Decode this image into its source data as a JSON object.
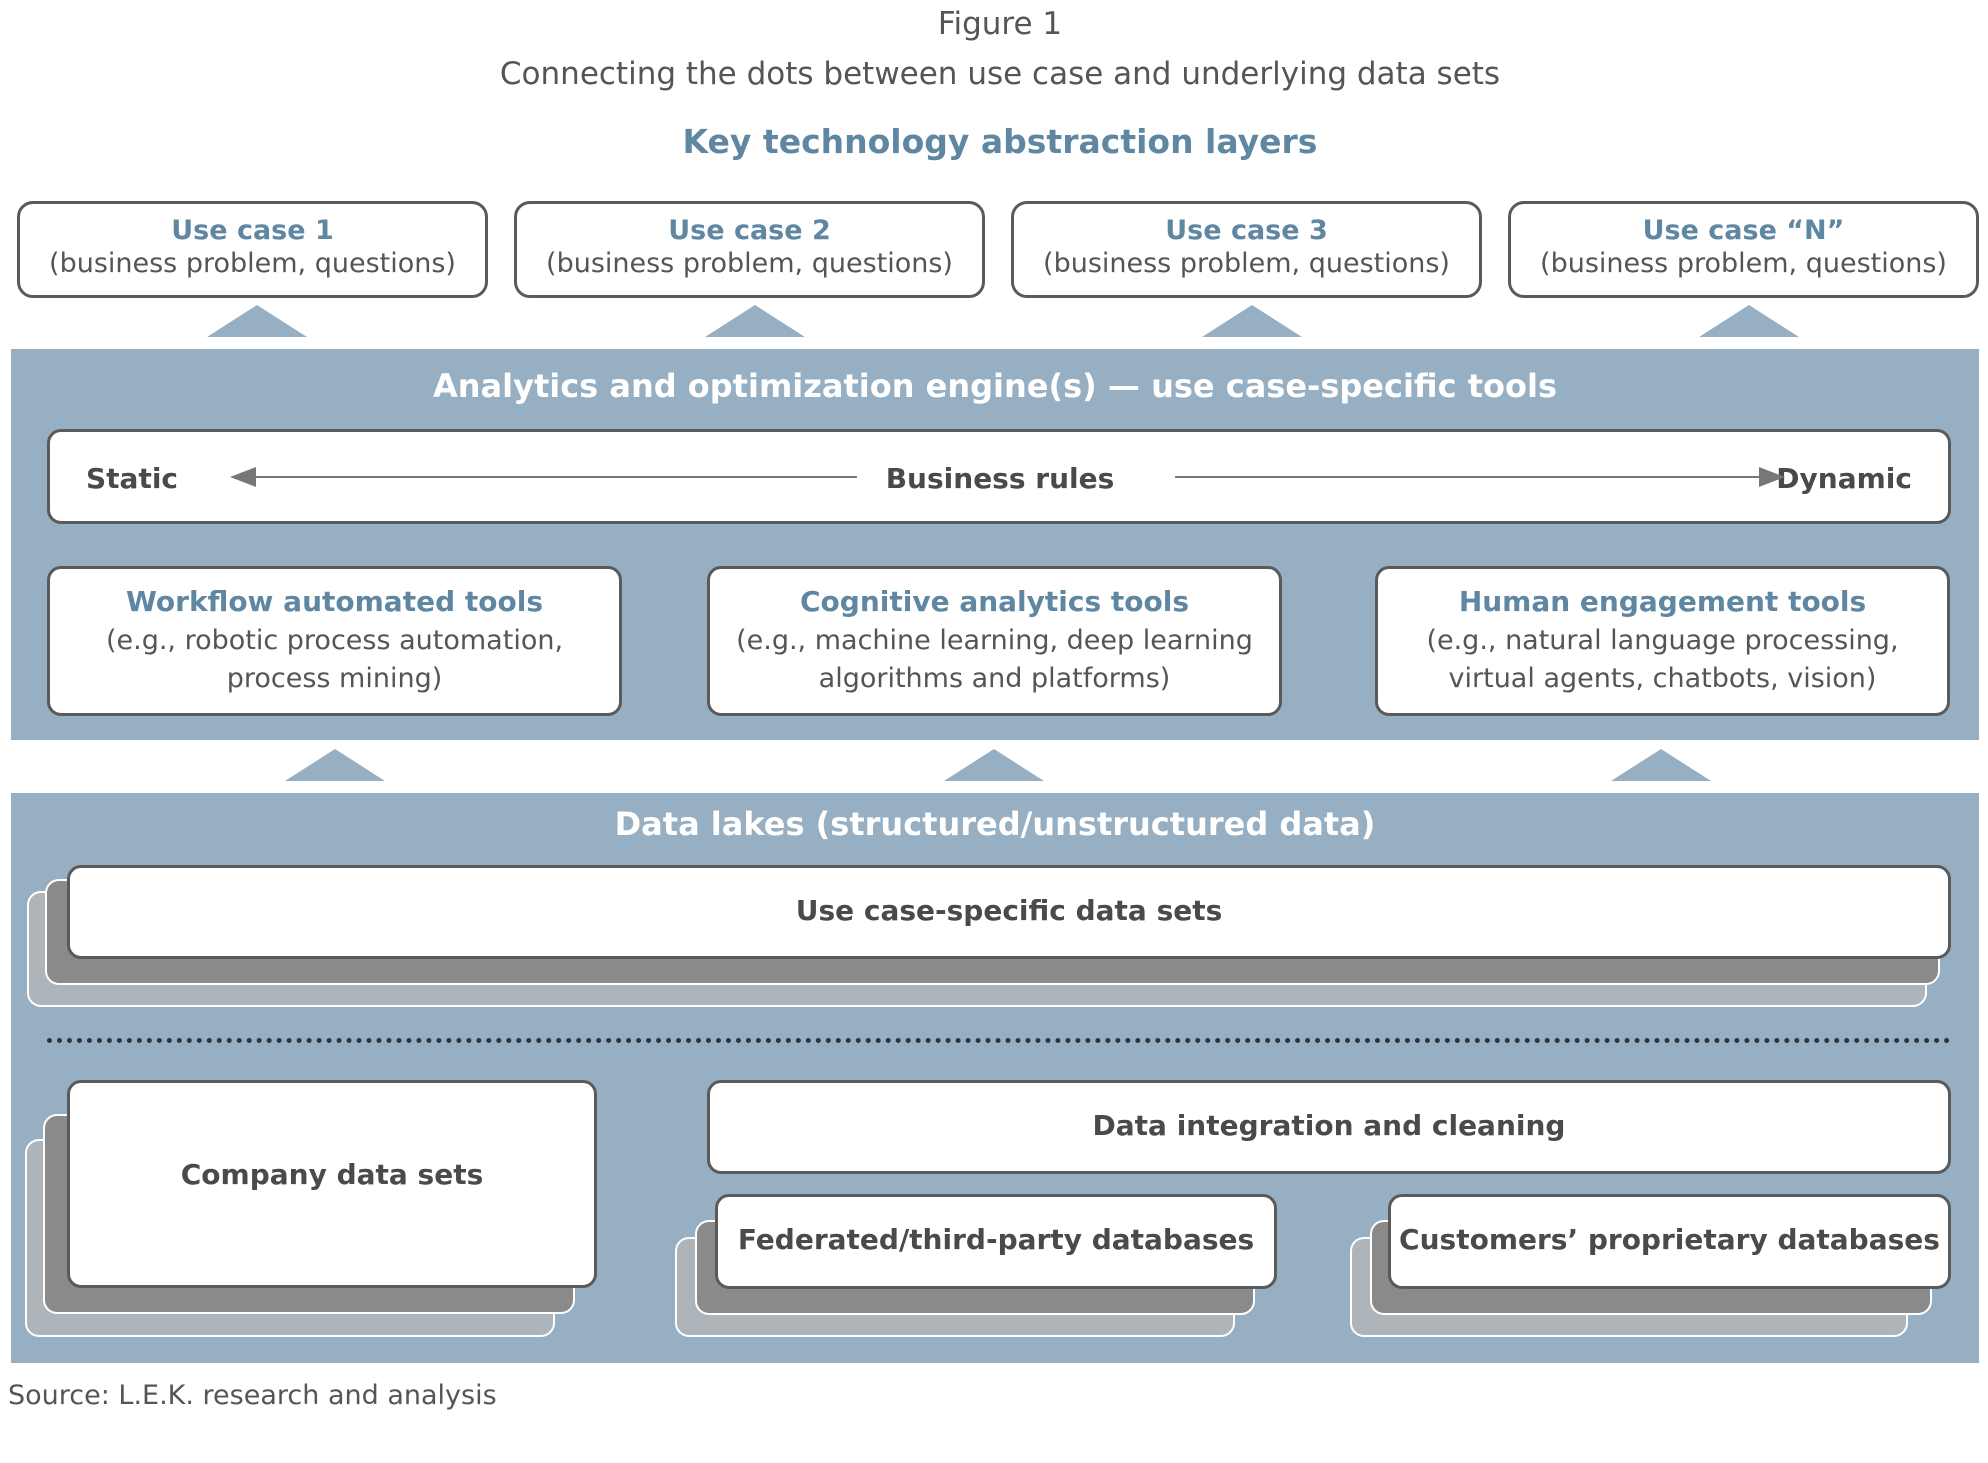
{
  "header": {
    "figure_label": "Figure 1",
    "title": "Connecting the dots between use case and underlying data sets",
    "subtitle": "Key technology abstraction layers"
  },
  "use_cases": [
    {
      "title": "Use case 1",
      "desc": "(business problem, questions)"
    },
    {
      "title": "Use case 2",
      "desc": "(business problem, questions)"
    },
    {
      "title": "Use case 3",
      "desc": "(business problem, questions)"
    },
    {
      "title": "Use case “N”",
      "desc": "(business problem, questions)"
    }
  ],
  "analytics": {
    "title": "Analytics and optimization engine(s) — use case-specific tools",
    "rules": {
      "left": "Static",
      "center": "Business rules",
      "right": "Dynamic"
    },
    "tools": [
      {
        "title": "Workflow automated tools",
        "line1": "(e.g., robotic process automation,",
        "line2": "process mining)"
      },
      {
        "title": "Cognitive analytics tools",
        "line1": "(e.g., machine learning, deep learning",
        "line2": "algorithms and platforms)"
      },
      {
        "title": "Human engagement tools",
        "line1": "(e.g., natural language processing,",
        "line2": "virtual agents, chatbots, vision)"
      }
    ]
  },
  "data_lakes": {
    "title": "Data lakes (structured/unstructured data)",
    "use_case_data": "Use case-specific data sets",
    "company_data": "Company data sets",
    "integration": "Data integration and cleaning",
    "federated": "Federated/third-party databases",
    "customers": "Customers’ proprietary databases"
  },
  "source": "Source: L.E.K. research and analysis",
  "colors": {
    "band": "#96afc3",
    "accent_text": "#5f87a2",
    "border": "#5a5a5a"
  }
}
